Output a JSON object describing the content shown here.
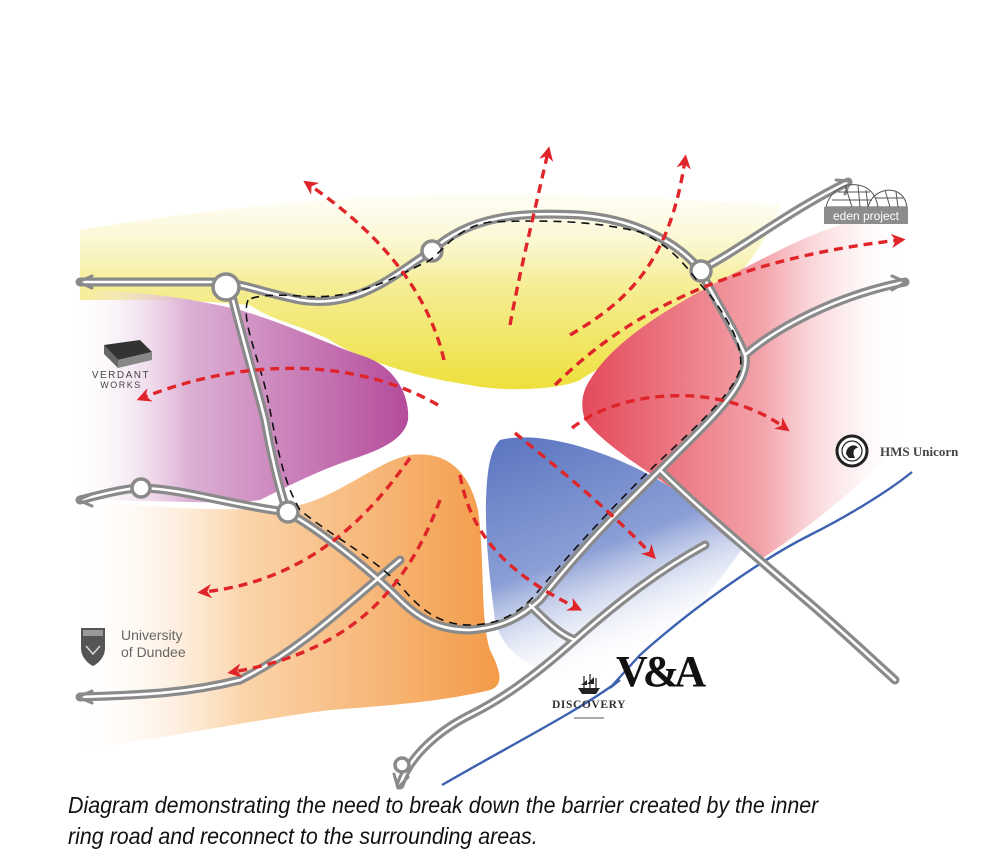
{
  "diagram": {
    "title": "Inner ring road barrier and reconnection diagram",
    "zones": [
      {
        "id": "north",
        "color": "#f0e14a",
        "description": "yellow zone (city centre north)"
      },
      {
        "id": "east",
        "color": "#e8505e",
        "description": "red zone (east)"
      },
      {
        "id": "west",
        "color": "#b94f9e",
        "description": "purple zone (west)"
      },
      {
        "id": "southwest",
        "color": "#f4a04e",
        "description": "orange zone (south-west)"
      },
      {
        "id": "south",
        "color": "#5b78c4",
        "description": "blue zone (waterfront)"
      }
    ],
    "legend_styles": {
      "road_color": "#8a8a8a",
      "connection_arrow_color": "#e0252a",
      "ring_barrier_line_color": "#111111",
      "river_line_color": "#3d62b0"
    },
    "landmarks": {
      "eden_project": {
        "label": "eden project",
        "icon": "geodesic-dome-icon"
      },
      "verdant_works": {
        "line1": "VERDANT",
        "line2": "WORKS",
        "icon": "building-icon"
      },
      "hms_unicorn": {
        "label": "HMS Unicorn",
        "icon": "ship-emblem-icon"
      },
      "university_dundee": {
        "line1": "University",
        "line2": "of Dundee",
        "icon": "crest-shield-icon"
      },
      "va": {
        "label": "V&A"
      },
      "discovery": {
        "label": "DISCOVERY",
        "icon": "tall-ship-icon"
      }
    }
  },
  "caption": {
    "line1": "Diagram demonstrating the need to break down the barrier created by the inner",
    "line2": "ring road and reconnect to the surrounding areas."
  }
}
